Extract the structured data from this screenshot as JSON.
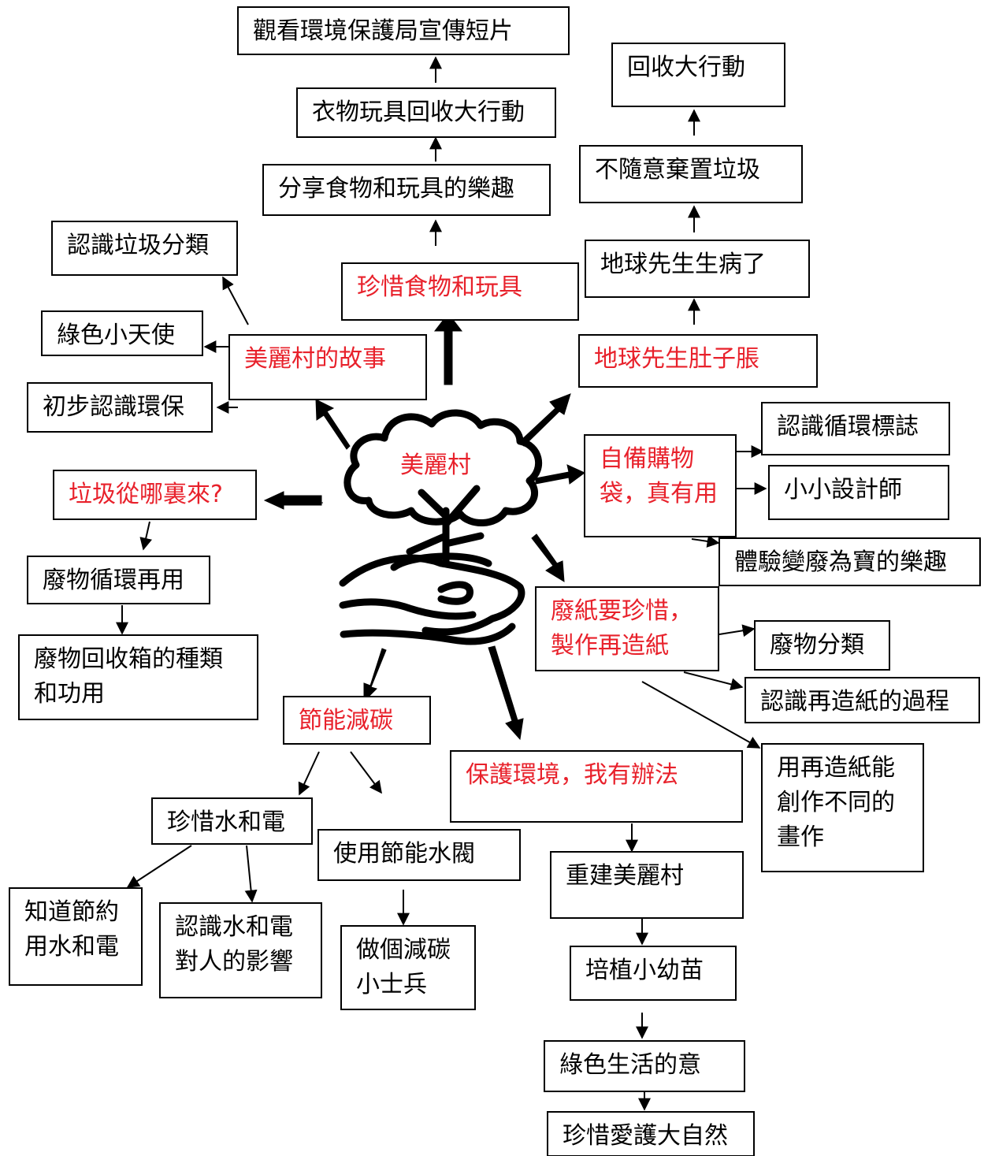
{
  "center": "美麗村",
  "nodes": {
    "story": "美麗村的故事",
    "story_c1": "認識垃圾分類",
    "story_c2": "綠色小天使",
    "story_c3": "初步認識環保",
    "cherish": "珍惜食物和玩具",
    "cherish_c1": "分享食物和玩具的樂趣",
    "cherish_c2": "衣物玩具回收大行動",
    "cherish_c3": "觀看環境保護局宣傳短片",
    "earth": "地球先生肚子脹",
    "earth_c1": "地球先生生病了",
    "earth_c2": "不隨意棄置垃圾",
    "earth_c3": "回收大行動",
    "bag": "自備購物袋，真有用",
    "bag_c1": "認識循環標誌",
    "bag_c2": "小小設計師",
    "bag_c3": "體驗變廢為寶的樂趣",
    "paper": "廢紙要珍惜，製作再造紙",
    "paper_c1": "廢物分類",
    "paper_c2": "認識再造紙的過程",
    "paper_c3": "用再造紙能創作不同的畫作",
    "rubbish": "垃圾從哪裏來?",
    "rubbish_c1": "廢物循環再用",
    "rubbish_c2": "廢物回收箱的種類和功用",
    "energy": "節能減碳",
    "energy_c1": "珍惜水和電",
    "energy_c1a": "知道節約用水和電",
    "energy_c1b": "認識水和電對人的影響",
    "energy_c2": "使用節能水閥",
    "energy_c2a": "做個減碳小士兵",
    "protect": "保護環境，我有辦法",
    "protect_c1": "重建美麗村",
    "protect_c2": "培植小幼苗",
    "protect_c3": "綠色生活的意",
    "protect_c4": "珍惜愛護大自然"
  },
  "colors": {
    "topic": "#e8212b",
    "text": "#000000",
    "border": "#000000"
  },
  "icon": "tree-in-hands-icon"
}
